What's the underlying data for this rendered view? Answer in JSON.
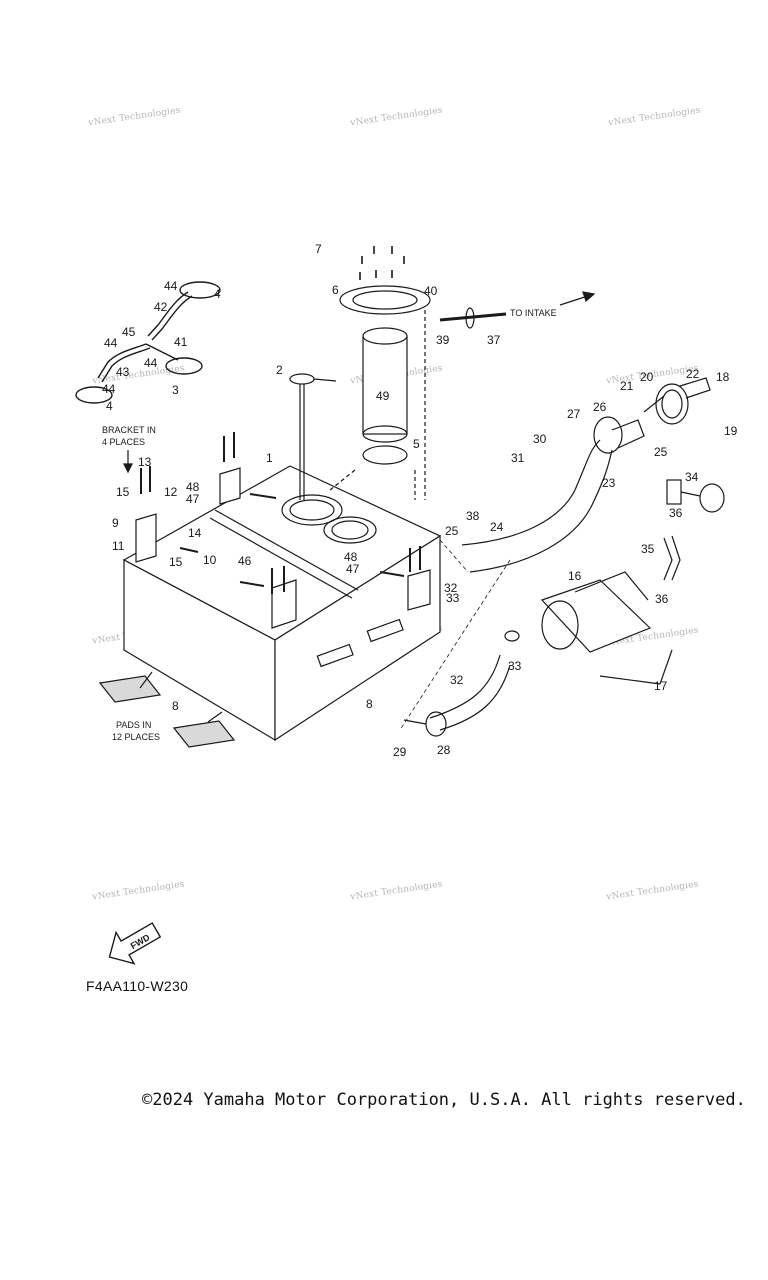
{
  "watermark_text": "vNext Technologies",
  "diagram": {
    "part_numbers": [
      "1",
      "2",
      "3",
      "4",
      "4",
      "5",
      "6",
      "7",
      "8",
      "8",
      "9",
      "10",
      "11",
      "12",
      "13",
      "14",
      "15",
      "15",
      "16",
      "17",
      "18",
      "19",
      "20",
      "21",
      "22",
      "23",
      "24",
      "25",
      "25",
      "26",
      "27",
      "28",
      "29",
      "30",
      "31",
      "32",
      "32",
      "33",
      "33",
      "34",
      "35",
      "36",
      "36",
      "37",
      "38",
      "39",
      "40",
      "41",
      "42",
      "43",
      "44",
      "44",
      "44",
      "44",
      "45",
      "46",
      "47",
      "47",
      "48",
      "48",
      "49"
    ],
    "annotations": {
      "to_intake": "TO INTAKE",
      "bracket_line1": "BRACKET IN",
      "bracket_line2": "4 PLACES",
      "pads_line1": "PADS IN",
      "pads_line2": "12 PLACES",
      "fwd": "FWD"
    },
    "line_color": "#1a1a1a",
    "watermark_color": "#b5b5b5"
  },
  "figure_code": "F4AA110-W230",
  "copyright": "©2024 Yamaha Motor Corporation, U.S.A. All rights reserved."
}
